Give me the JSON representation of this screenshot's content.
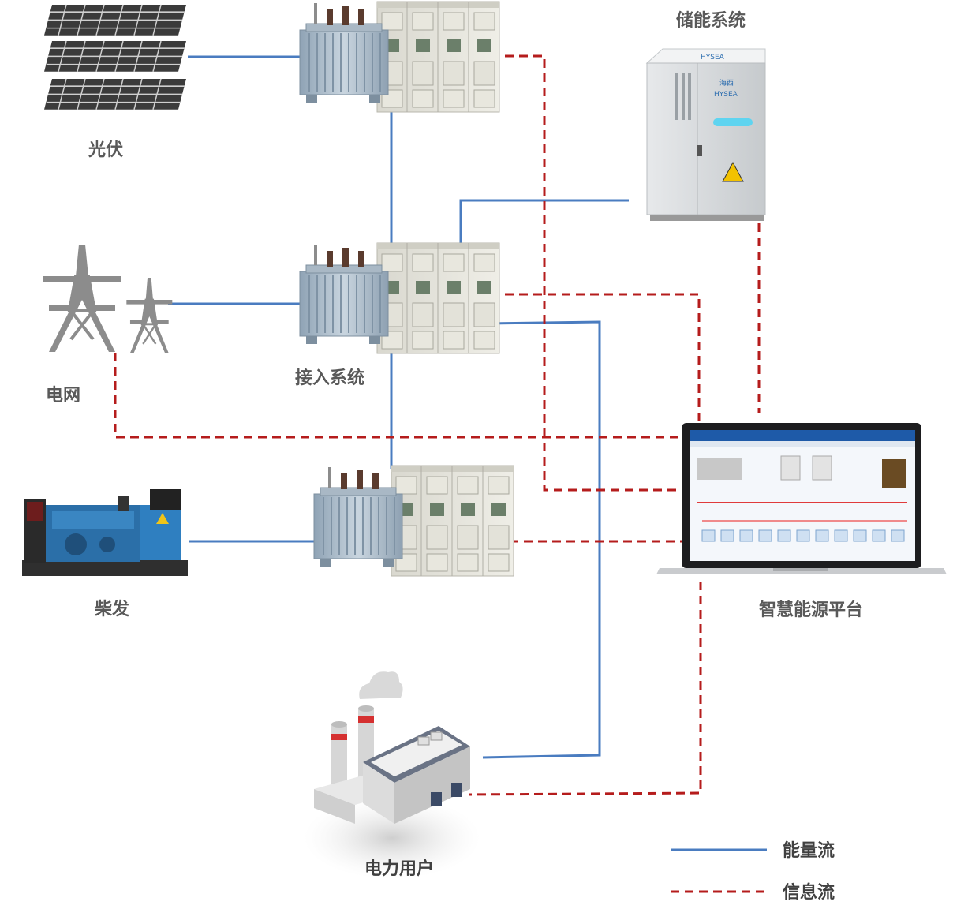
{
  "labels": {
    "pv": "光伏",
    "grid": "电网",
    "access": "接入系统",
    "diesel": "柴发",
    "storage": "储能系统",
    "platform": "智慧能源平台",
    "user": "电力用户"
  },
  "legend": {
    "energy": "能量流",
    "info": "信息流"
  },
  "storage_brand": {
    "top": "HYSEA",
    "front_line1": "海西",
    "front_line2": "HYSEA"
  },
  "colors": {
    "energy_line": "#4a7cc0",
    "info_line": "#b51c1c",
    "label_text": "#595959"
  }
}
